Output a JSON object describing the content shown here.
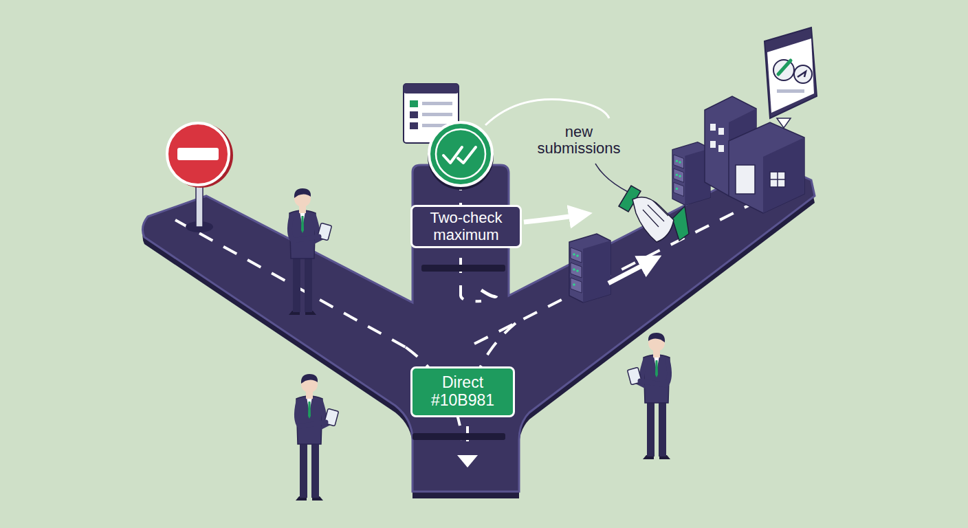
{
  "diagram": {
    "nodes": [
      {
        "text": [
          "Two-check maximum"
        ]
      },
      {
        "text": [
          "Direct #10B981"
        ]
      }
    ],
    "labels": [
      "new submissions"
    ]
  }
}
